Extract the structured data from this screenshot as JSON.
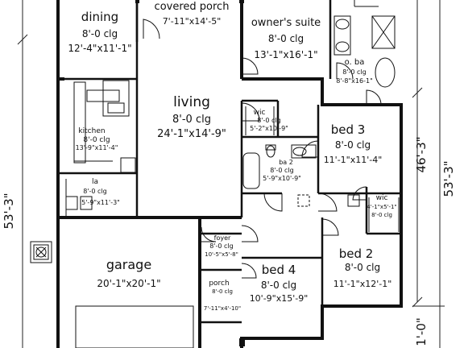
{
  "rooms": {
    "dining": {
      "name": "dining",
      "ceiling": "8'-0 clg",
      "size": "12'-4\"x11'-1\""
    },
    "porch_cov": {
      "name": "covered porch",
      "size": "7'-11\"x14'-5\""
    },
    "owner": {
      "name": "owner's suite",
      "ceiling": "8'-0 clg",
      "size": "13'-1\"x16'-1\""
    },
    "obath": {
      "name": "o. ba",
      "ceiling": "8'-0 clg",
      "size": "8'-8\"x16-1\""
    },
    "living": {
      "name": "living",
      "ceiling": "8'-0 clg",
      "size": "24'-1\"x14'-9\""
    },
    "kitchen": {
      "name": "kitchen",
      "ceiling": "8'-0 clg",
      "size": "13'-9\"x11'-4\""
    },
    "wic1": {
      "name": "wic",
      "ceiling": "8'-0 clg",
      "size": "5'-2\"x10'-9\""
    },
    "bed3": {
      "name": "bed 3",
      "ceiling": "8'-0 clg",
      "size": "11'-1\"x11'-4\""
    },
    "ba2": {
      "name": "ba 2",
      "ceiling": "8'-0 clg",
      "size": "5'-9\"x10'-9\""
    },
    "la": {
      "name": "la",
      "ceiling": "8'-0 clg",
      "size": "5'-9\"x11'-3\""
    },
    "wic2": {
      "name": "wic",
      "ceiling": "8'-0 clg",
      "size": "4'-1\"x5'-1\""
    },
    "foyer": {
      "name": "foyer",
      "ceiling": "8'-0 clg",
      "size": "10'-5\"x5'-8\""
    },
    "garage": {
      "name": "garage",
      "size": "20'-1\"x20'-1\""
    },
    "bed2": {
      "name": "bed 2",
      "ceiling": "8'-0 clg",
      "size": "11'-1\"x12'-1\""
    },
    "bed4": {
      "name": "bed 4",
      "ceiling": "8'-0 clg",
      "size": "10'-9\"x15'-9\""
    },
    "porch": {
      "name": "porch",
      "ceiling": "8'-0 clg",
      "size": "7'-11\"x4'-10\""
    }
  },
  "dimensions": {
    "left": "53'-3\"",
    "right_inner": "46'-3\"",
    "right_outer": "53'-3\"",
    "bottom_right": "1'-0\""
  },
  "colors": {
    "ink": "#111111",
    "paper": "#ffffff"
  }
}
